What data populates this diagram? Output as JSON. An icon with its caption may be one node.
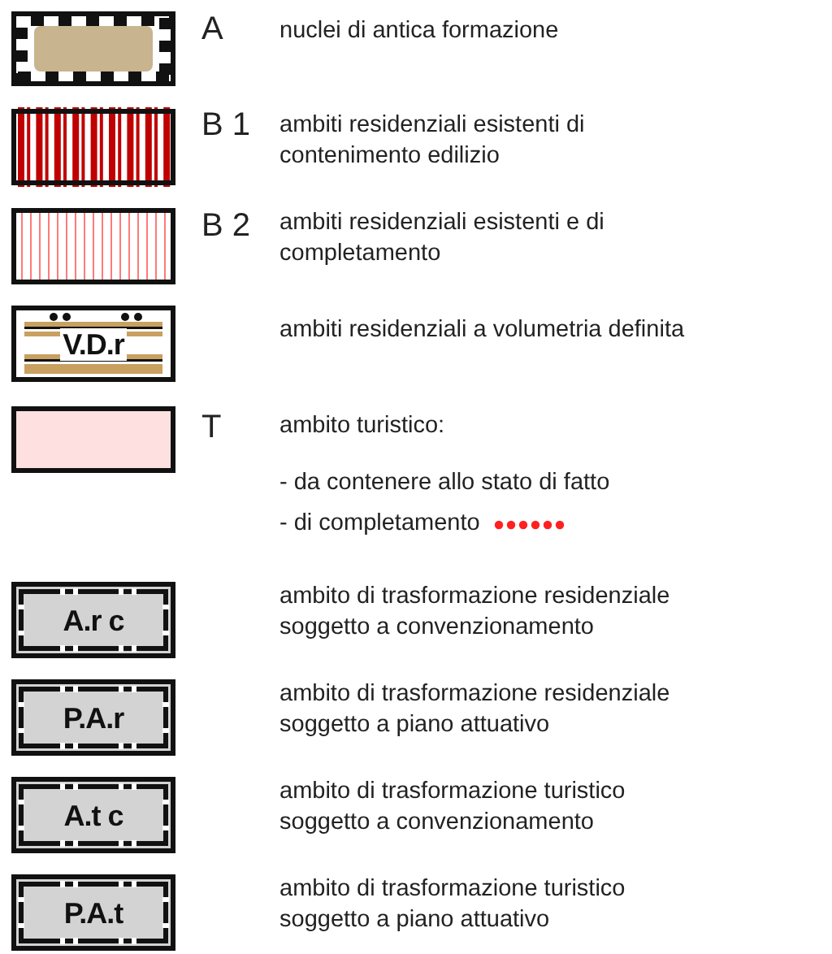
{
  "diagram": {
    "nodes": [
      {
        "text": [],
        "shape": "box",
        "beside": [
          "A",
          "nuclei di antica formazione"
        ]
      },
      {
        "text": [],
        "shape": "box",
        "beside": [
          "B 1",
          "ambiti residenziali esistenti di contenimento edilizio"
        ]
      },
      {
        "text": [],
        "shape": "box",
        "beside": [
          "B 2",
          "ambiti residenziali esistenti e di completamento"
        ]
      },
      {
        "text": [
          "V.D.r"
        ]
      },
      {
        "text": [],
        "shape": "box",
        "beside": [
          "T",
          "ambito turistico:",
          "- da contenere allo stato di fatto",
          "- di completamento"
        ]
      },
      {
        "text": [
          "A.r c"
        ]
      },
      {
        "text": [
          "P.A.r"
        ]
      },
      {
        "text": [
          "A.t c"
        ]
      },
      {
        "text": [
          "P.A.t"
        ]
      }
    ],
    "edges": [],
    "labels": [
      "ambiti residenziali a volumetria definita",
      "ambito di trasformazione residenziale soggetto a convenzionamento",
      "ambito di trasformazione residenziale soggetto a piano attuativo",
      "ambito di trasformazione turistico soggetto a convenzionamento",
      "ambito di trasformazione turistico soggetto a piano attuativo"
    ]
  }
}
